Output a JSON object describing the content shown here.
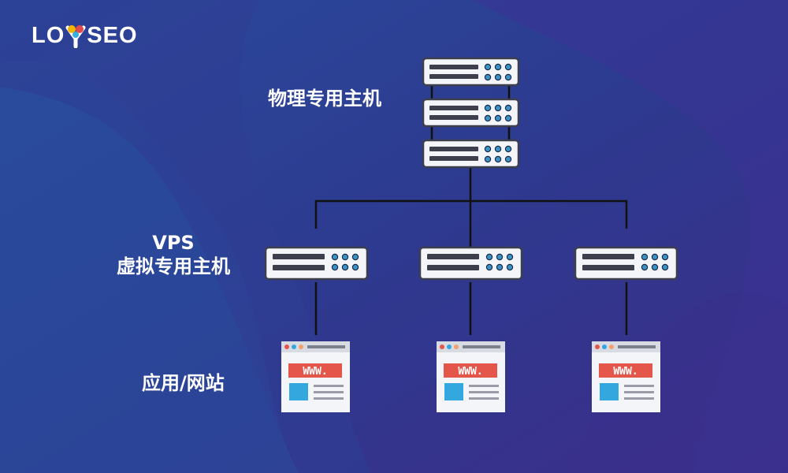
{
  "logo": {
    "text_left": "LO",
    "text_right": "SEO",
    "pin_colors": [
      "#f4b400",
      "#e24b4b",
      "#3aaee0"
    ]
  },
  "labels": {
    "physical_server": "物理专用主机",
    "vps_line1": "VPS",
    "vps_line2": "虚拟专用主机",
    "apps": "应用/网站"
  },
  "website_badge": "WWW.",
  "colors": {
    "background": "#2b3a8c",
    "server_body": "#f4f5f8",
    "server_bar": "#3d3f4c",
    "server_dot": "#3a93c4",
    "connector": "#111111",
    "badge": "#e4564a",
    "image_block": "#34a7df",
    "window_dots": [
      "#e4564a",
      "#34a7df",
      "#f4a06b"
    ]
  },
  "icons": {
    "physical_server": "server-rack-icon",
    "vps": "server-unit-icon",
    "website": "browser-window-icon"
  }
}
